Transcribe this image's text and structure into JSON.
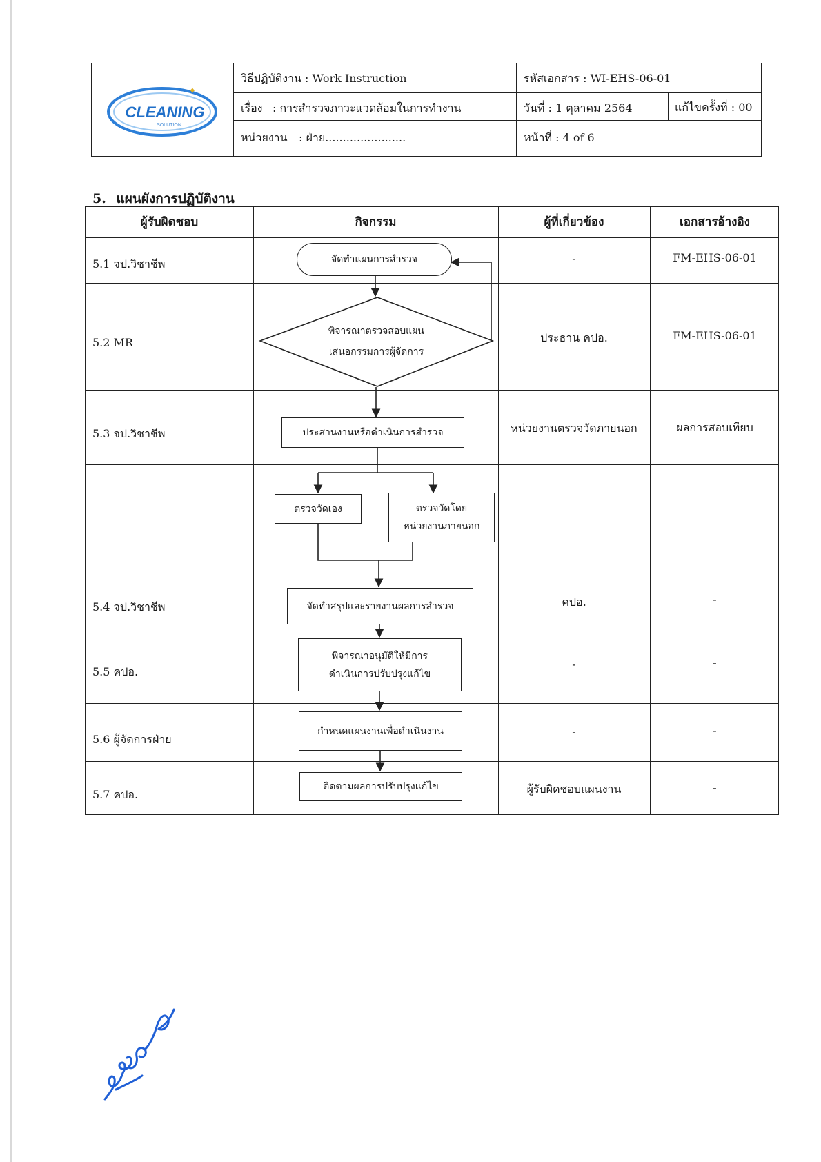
{
  "header": {
    "logo_text": "CLEANING",
    "logo_sub": "SOLUTION",
    "doc_type": "วิธีปฏิบัติงาน : Work Instruction",
    "subject_label": "เรื่อง",
    "subject": ": การสำรวจภาวะแวดล้อมในการทำงาน",
    "unit_label": "หน่วยงาน",
    "unit": ": ฝ่าย.......................",
    "doc_code": "รหัสเอกสาร : WI-EHS-06-01",
    "date": "วันที่ : 1 ตุลาคม 2564",
    "revision": "แก้ไขครั้งที่ : 00",
    "page": "หน้าที่ :   4 of 6"
  },
  "section": {
    "number": "5.",
    "title": "แผนผังการปฏิบัติงาน"
  },
  "table": {
    "headers": [
      "ผู้รับผิดชอบ",
      "กิจกรรม",
      "ผู้ที่เกี่ยวข้อง",
      "เอกสารอ้างอิง"
    ],
    "rows": [
      {
        "responsible": "5.1 จป.วิชาชีพ",
        "related": "-",
        "reference": "FM-EHS-06-01"
      },
      {
        "responsible": "5.2 MR",
        "related": "ประธาน คปอ.",
        "reference": "FM-EHS-06-01"
      },
      {
        "responsible": "5.3 จป.วิชาชีพ",
        "related": "หน่วยงานตรวจวัดภายนอก",
        "reference": "ผลการสอบเทียบ"
      },
      {
        "responsible": "",
        "related": "",
        "reference": ""
      },
      {
        "responsible": "5.4 จป.วิชาชีพ",
        "related": "คปอ.",
        "reference": "-"
      },
      {
        "responsible": "5.5 คปอ.",
        "related": "-",
        "reference": "-"
      },
      {
        "responsible": "5.6 ผู้จัดการฝ่าย",
        "related": "-",
        "reference": "-"
      },
      {
        "responsible": "5.7 คปอ.",
        "related": "ผู้รับผิดชอบแผนงาน",
        "reference": "-"
      }
    ]
  },
  "flow": {
    "start": "จัดทำแผนการสำรวจ",
    "decision_line1": "พิจารณาตรวจสอบแผน",
    "decision_line2": "เสนอกรรมการผู้จัดการ",
    "step3": "ประสานงานหรือดำเนินการสำรวจ",
    "branch_a": "ตรวจวัดเอง",
    "branch_b_line1": "ตรวจวัดโดย",
    "branch_b_line2": "หน่วยงานภายนอก",
    "step4": "จัดทำสรุปและรายงานผลการสำรวจ",
    "step5_line1": "พิจารณาอนุมัติให้มีการ",
    "step5_line2": "ดำเนินการปรับปรุงแก้ไข",
    "step6": "กำหนดแผนงานเพื่อดำเนินงาน",
    "step7": "ติดตามผลการปรับปรุงแก้ไข"
  },
  "colors": {
    "logo_blue": "#1f6fc9",
    "signature_blue": "#1f5fd6"
  }
}
